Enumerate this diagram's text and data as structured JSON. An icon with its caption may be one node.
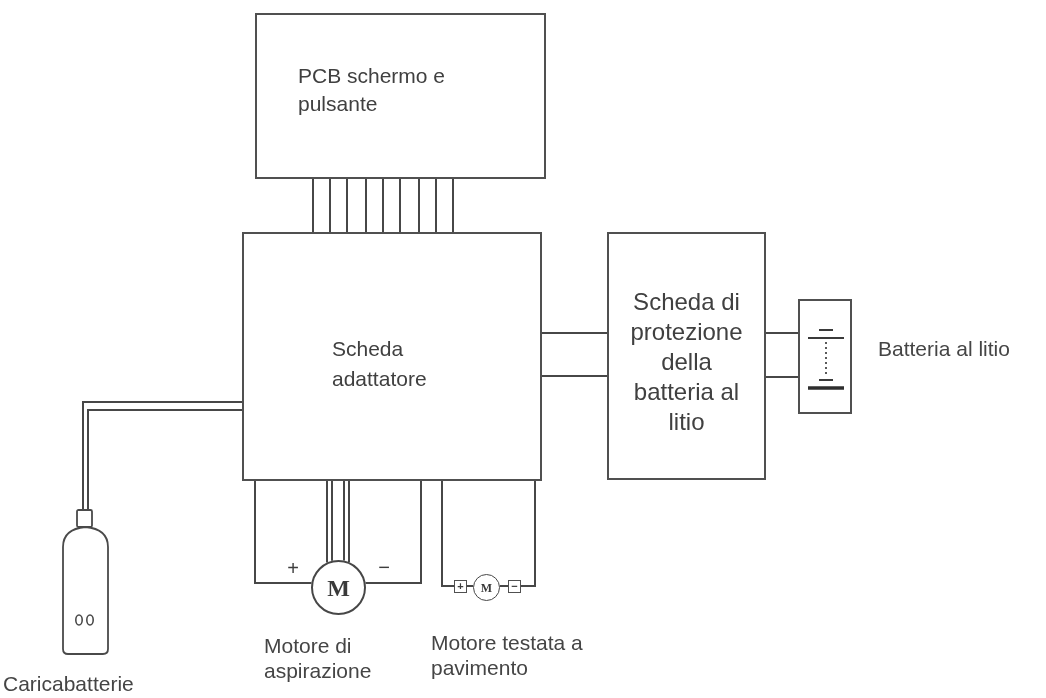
{
  "diagram": {
    "nodes": [
      {
        "text": [
          "PCB schermo e pulsante"
        ]
      },
      {
        "text": [
          "Scheda adattatore"
        ]
      },
      {
        "text": [
          "Scheda di protezione della batteria al litio"
        ]
      },
      {
        "text": [],
        "shape": "box",
        "beside": [
          "Batteria al litio"
        ]
      },
      {
        "text": [],
        "shape": "picture",
        "beside": [
          "Caricabatterie"
        ]
      },
      {
        "text": [
          "M"
        ],
        "beside": [
          "Motore di aspirazione"
        ]
      },
      {
        "text": [
          "M"
        ],
        "beside": [
          "Motore testata a pavimento"
        ]
      }
    ],
    "edges": [
      {
        "from": 0,
        "to": 1,
        "arrow": "none"
      },
      {
        "from": 0,
        "to": 1,
        "arrow": "none"
      },
      {
        "from": 0,
        "to": 1,
        "arrow": "none"
      },
      {
        "from": 0,
        "to": 1,
        "arrow": "none"
      },
      {
        "from": 0,
        "to": 1,
        "arrow": "none"
      },
      {
        "from": 0,
        "to": 1,
        "arrow": "none"
      },
      {
        "from": 0,
        "to": 1,
        "arrow": "none"
      },
      {
        "from": 0,
        "to": 1,
        "arrow": "none"
      },
      {
        "from": 0,
        "to": 1,
        "arrow": "none"
      },
      {
        "from": 1,
        "to": 2,
        "arrow": "none"
      },
      {
        "from": 1,
        "to": 2,
        "arrow": "none"
      },
      {
        "from": 2,
        "to": 3,
        "arrow": "none"
      },
      {
        "from": 2,
        "to": 3,
        "arrow": "none"
      },
      {
        "from": 1,
        "to": 4,
        "arrow": "none"
      },
      {
        "from": 1,
        "to": 4,
        "arrow": "none"
      },
      {
        "from": 1,
        "to": 5,
        "arrow": "none"
      },
      {
        "from": 1,
        "to": 5,
        "arrow": "none"
      },
      {
        "from": 1,
        "to": 5,
        "arrow": "none"
      },
      {
        "from": 1,
        "to": 5,
        "arrow": "none"
      },
      {
        "from": 1,
        "to": 5,
        "arrow": "none"
      },
      {
        "from": 1,
        "to": 5,
        "arrow": "none"
      },
      {
        "from": 1,
        "to": 6,
        "arrow": "none"
      },
      {
        "from": 1,
        "to": 6,
        "arrow": "none"
      }
    ],
    "labels": [
      "+",
      "−",
      "+",
      "−"
    ]
  }
}
